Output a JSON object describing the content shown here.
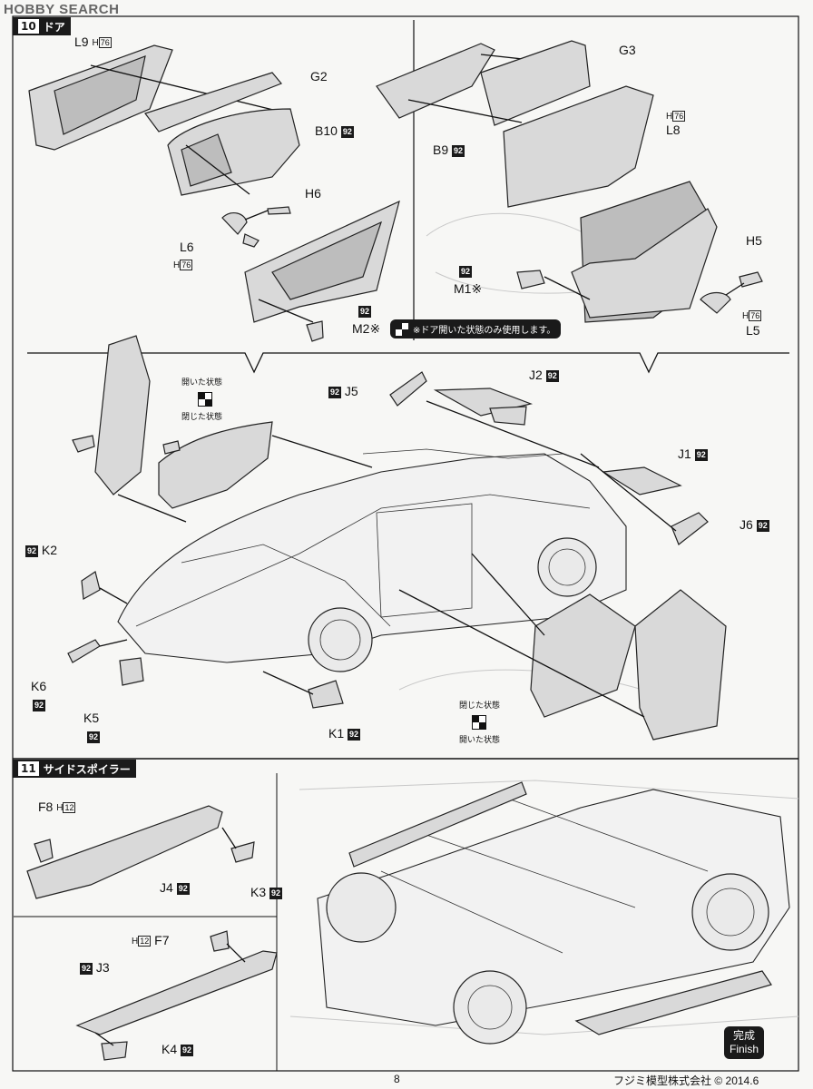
{
  "watermark": "HOBBY SEARCH",
  "step10": {
    "number": "10",
    "title": "ドア"
  },
  "step11": {
    "number": "11",
    "title": "サイドスポイラー"
  },
  "note": "※ドア開いた状態のみ使用します。",
  "states": {
    "open": "開いた状態",
    "closed": "閉じた状態"
  },
  "labels": {
    "L9": "L9",
    "G2": "G2",
    "B10": "B10",
    "H6": "H6",
    "L6": "L6",
    "M2": "M2※",
    "G3": "G3",
    "B9": "B9",
    "L8": "L8",
    "H5": "H5",
    "M1": "M1※",
    "L5": "L5",
    "J5": "J5",
    "J2": "J2",
    "J1": "J1",
    "J6": "J6",
    "K2": "K2",
    "K6": "K6",
    "K5": "K5",
    "K1": "K1",
    "F8": "F8",
    "J4": "J4",
    "K3": "K3",
    "F7": "F7",
    "J3": "J3",
    "K4": "K4"
  },
  "badges": {
    "92": "92",
    "h76": "76",
    "h12": "12",
    "hprefix": "H"
  },
  "finish": {
    "ja": "完成",
    "en": "Finish"
  },
  "page_number": "8",
  "company": "フジミ模型株式会社",
  "copyright": "© 2014.6"
}
